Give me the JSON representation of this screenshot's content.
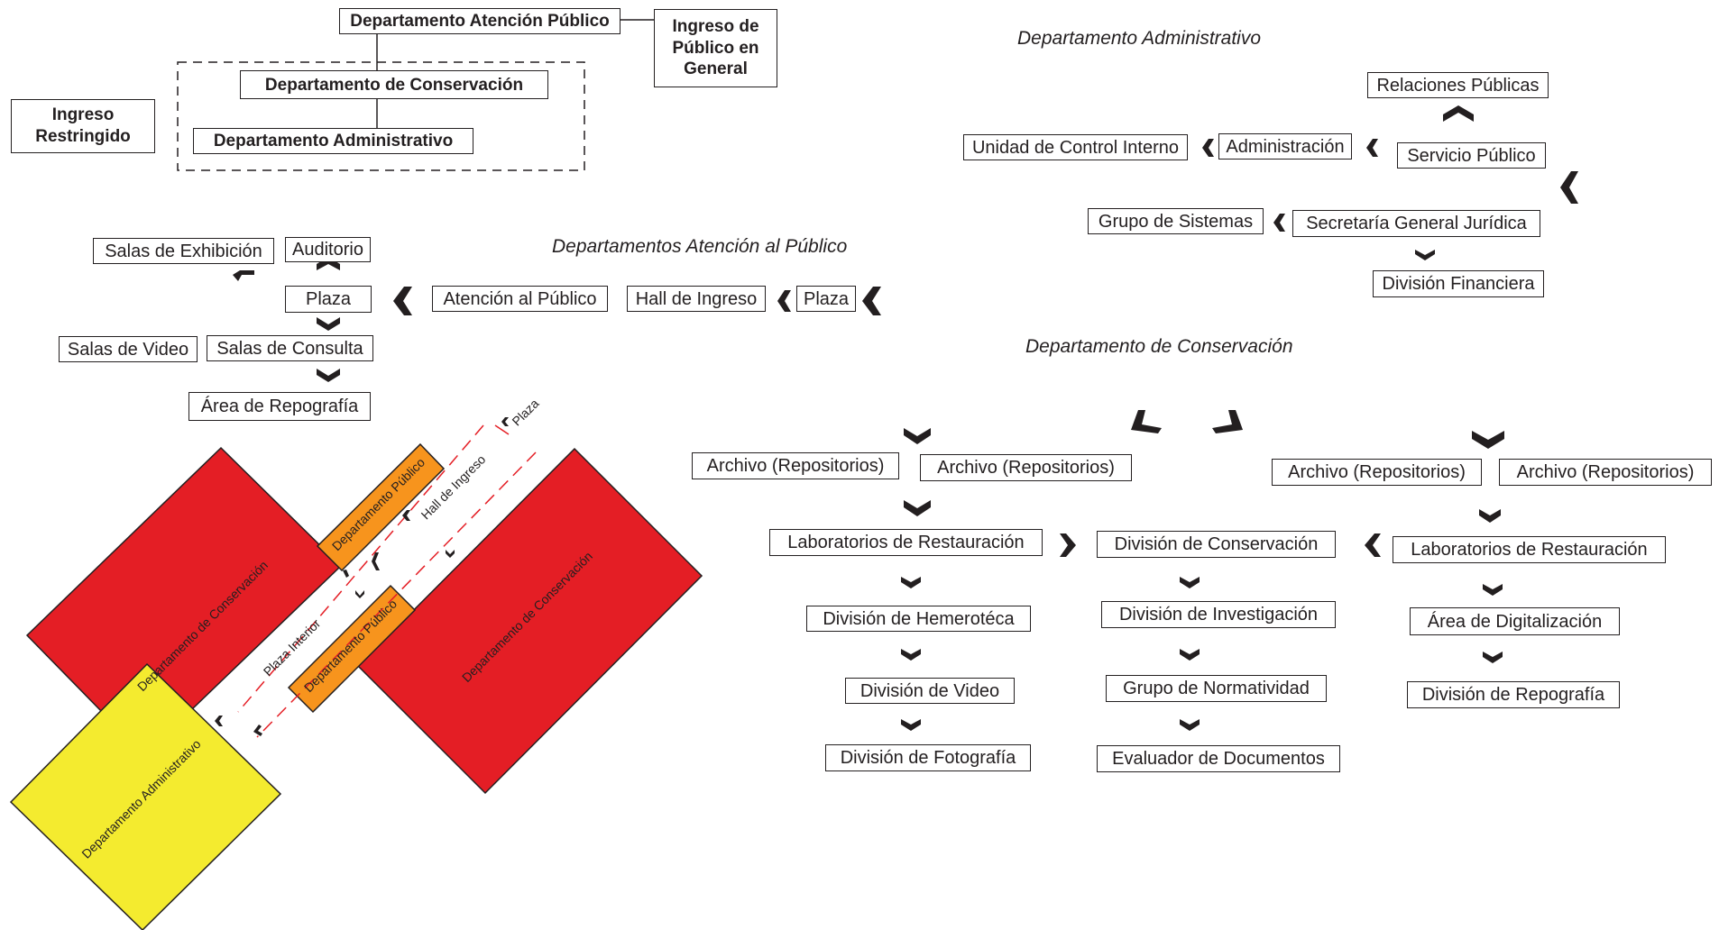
{
  "legend": {
    "atencion_publico": "Departamento Atención Público",
    "ingreso_publico": "Ingreso de Público en General",
    "conservacion": "Departamento de Conservación",
    "administrativo": "Departamento Administrativo",
    "ingreso_restringido": "Ingreso Restringido"
  },
  "atencion_flow": {
    "title": "Departamentos Atención al Público",
    "items": {
      "salas_exhibicion": "Salas de Exhibición",
      "auditorio": "Auditorio",
      "plaza_central": "Plaza",
      "atencion": "Atención al Público",
      "hall": "Hall de Ingreso",
      "plaza_entrada": "Plaza",
      "salas_video": "Salas de Video",
      "salas_consulta": "Salas de Consulta",
      "repografia": "Área de Repografía"
    }
  },
  "admin_flow": {
    "title": "Departamento Administrativo",
    "items": {
      "relaciones": "Relaciones Públicas",
      "control": "Unidad de Control Interno",
      "administracion": "Administración",
      "servicio": "Servicio Público",
      "sistemas": "Grupo de Sistemas",
      "juridica": "Secretaría General Jurídica",
      "financiera": "División Financiera"
    }
  },
  "conservacion_flow": {
    "title": "Departamento de Conservación",
    "items": {
      "archivo_1": "Archivo (Repositorios)",
      "archivo_2": "Archivo (Repositorios)",
      "archivo_3": "Archivo (Repositorios)",
      "archivo_4": "Archivo (Repositorios)",
      "lab_izq": "Laboratorios de Restauración",
      "division_conservacion": "División de Conservación",
      "lab_der": "Laboratorios de Restauración",
      "hemeroteca": "División de Hemerotéca",
      "investigacion": "División de Investigación",
      "digitalizacion": "Área de Digitalización",
      "video": "División de Video",
      "normatividad": "Grupo de Normatividad",
      "repografia_div": "División de Repografía",
      "fotografia": "División de Fotografía",
      "evaluador": "Evaluador de Documentos"
    }
  },
  "plan": {
    "conservacion_izq": "Departamento de Conservación",
    "conservacion_der": "Departamento de Conservación",
    "administrativo": "Departamento Administrativo",
    "publico_1": "Departamento Público",
    "publico_2": "Departamento Público",
    "plaza": "Plaza",
    "hall": "Hall de Ingreso",
    "plaza_interior": "Plaza Interior"
  },
  "colors": {
    "conservacion": "#e41e25",
    "administrativo": "#f4eb2f",
    "publico": "#f7941d",
    "path": "#e41e25",
    "ink": "#231f20"
  }
}
